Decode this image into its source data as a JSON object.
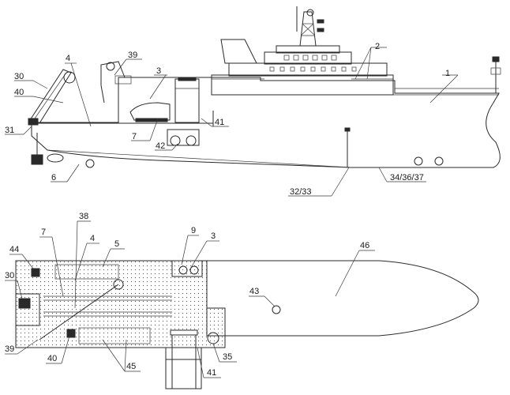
{
  "figure": {
    "labels": {
      "l1": "1",
      "l2": "2",
      "l3_side": "3",
      "l4_side": "4",
      "l6": "6",
      "l7_side": "7",
      "l30_side": "30",
      "l31": "31",
      "l32_33": "32/33",
      "l34_36_37": "34/36/37",
      "l39_side": "39",
      "l40_side": "40",
      "l41_side": "41",
      "l42": "42",
      "l3_plan": "3",
      "l4_plan": "4",
      "l5": "5",
      "l7_plan": "7",
      "l9": "9",
      "l30_plan": "30",
      "l35": "35",
      "l38": "38",
      "l39_plan": "39",
      "l40_plan": "40",
      "l41_plan": "41",
      "l43": "43",
      "l44": "44",
      "l45": "45",
      "l46": "46"
    }
  }
}
